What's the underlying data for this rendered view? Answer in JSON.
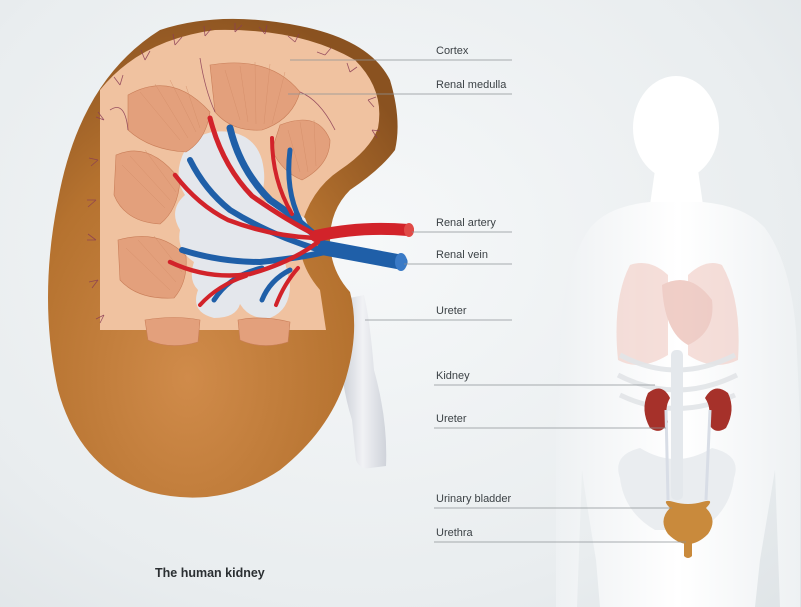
{
  "title": "The human kidney",
  "labels": {
    "cortex": "Cortex",
    "renal_medulla": "Renal medulla",
    "renal_artery": "Renal artery",
    "renal_vein": "Renal vein",
    "ureter_kidney": "Ureter",
    "kidney": "Kidney",
    "ureter_body": "Ureter",
    "urinary_bladder": "Urinary bladder",
    "urethra": "Urethra"
  },
  "colors": {
    "kidney_outer": "#b9773a",
    "cortex": "#f0c2a0",
    "medulla": "#e3a07c",
    "artery": "#d2232a",
    "vein": "#1f5fa8",
    "pelvis": "#e4e7ec",
    "body_silhouette": "#ffffff",
    "bladder": "#c98a3c",
    "label_line": "#8c9296"
  }
}
